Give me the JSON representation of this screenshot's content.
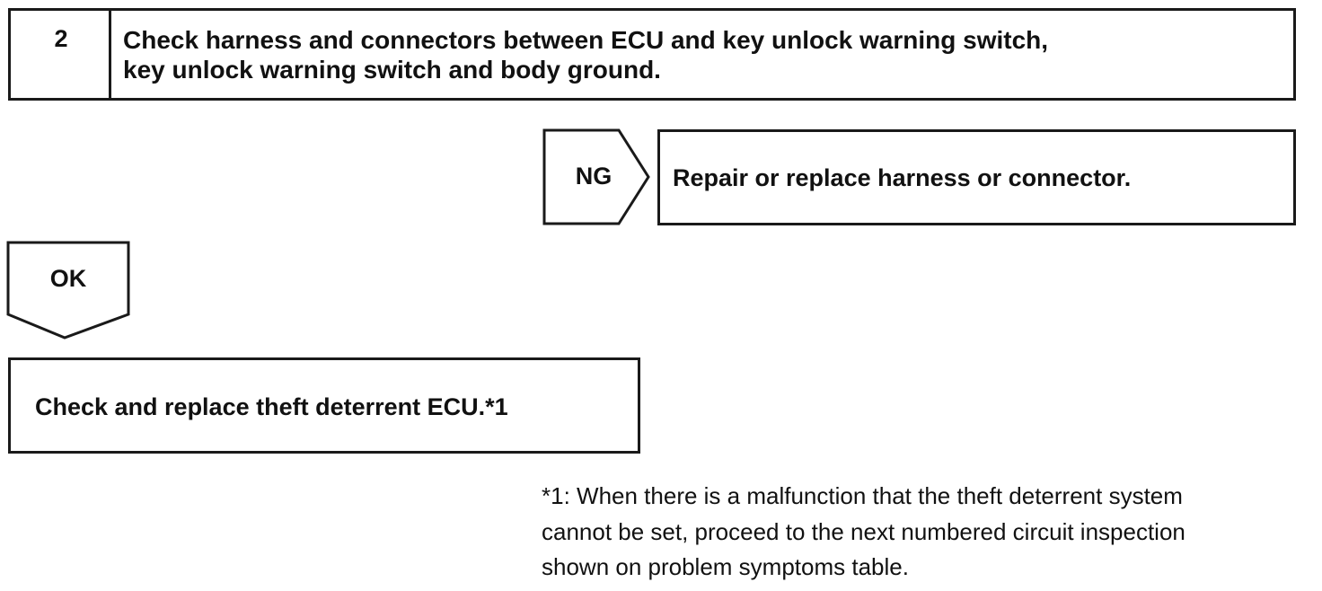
{
  "step": {
    "number": "2",
    "title_line1": "Check harness and connectors between ECU and key unlock warning switch,",
    "title_line2": "key unlock warning switch and body ground."
  },
  "ng_branch": {
    "label": "NG",
    "result": "Repair or replace harness or connector."
  },
  "ok_branch": {
    "label": "OK",
    "result": "Check and replace theft deterrent ECU.*1"
  },
  "footnote": {
    "line1": "*1: When there is a malfunction that the theft deterrent system",
    "line2": "cannot be set, proceed to the next numbered circuit inspection",
    "line3": "shown on problem symptoms table."
  }
}
